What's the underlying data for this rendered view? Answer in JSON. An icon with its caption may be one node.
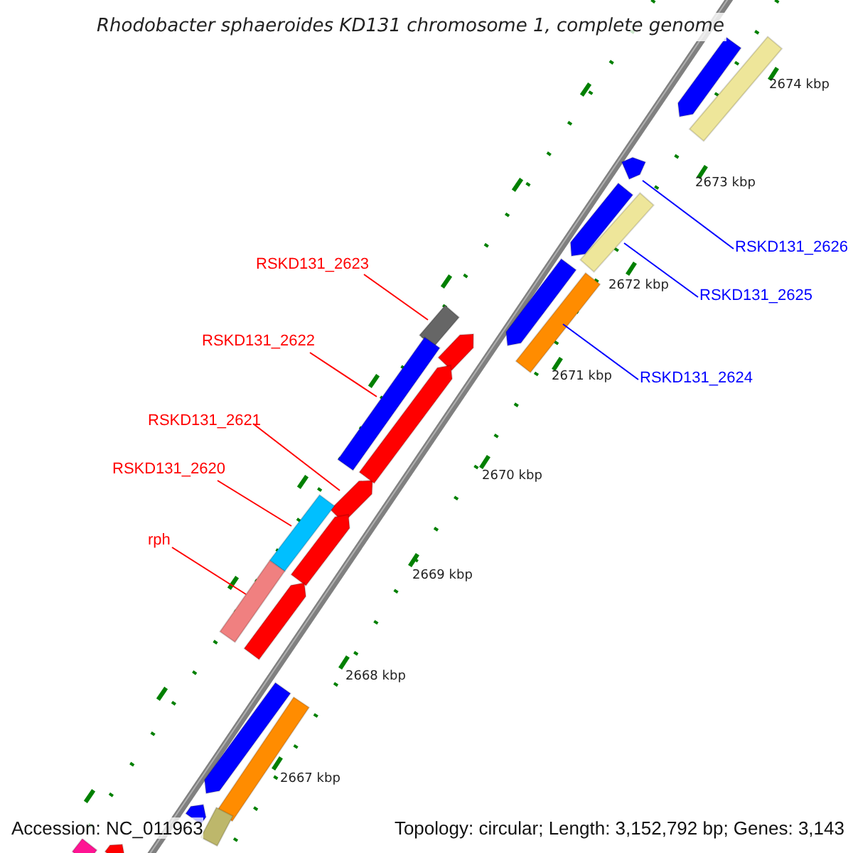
{
  "diagram": {
    "title": "Rhodobacter sphaeroides KD131 chromosome 1, complete genome",
    "nodes": [
      {
        "text": [
          "RSKD131_2623"
        ]
      },
      {
        "text": [
          "RSKD131_2622"
        ]
      },
      {
        "text": [
          "RSKD131_2621"
        ]
      },
      {
        "text": [
          "RSKD131_2620"
        ]
      },
      {
        "text": [
          "rph"
        ]
      },
      {
        "text": [
          "RSKD131_2626"
        ]
      },
      {
        "text": [
          "RSKD131_2625"
        ]
      },
      {
        "text": [
          "RSKD131_2624"
        ]
      },
      {
        "text": [],
        "shape": "bar"
      },
      {
        "text": [],
        "shape": "bar"
      },
      {
        "text": [],
        "shape": "bar"
      },
      {
        "text": [],
        "shape": "bar"
      },
      {
        "text": [],
        "shape": "bar"
      },
      {
        "text": [],
        "shape": "bar"
      },
      {
        "text": [],
        "shape": "bar"
      },
      {
        "text": [],
        "shape": "bar"
      },
      {
        "text": [],
        "shape": "bar"
      },
      {
        "text": [],
        "shape": "bar"
      },
      {
        "text": [],
        "shape": "bar"
      },
      {
        "text": [],
        "shape": "bar"
      },
      {
        "text": [],
        "shape": "bar"
      },
      {
        "text": [],
        "shape": "bar"
      },
      {
        "text": [],
        "shape": "bar"
      },
      {
        "text": [],
        "shape": "bar"
      },
      {
        "text": [],
        "shape": "bar"
      },
      {
        "text": [],
        "shape": "bar"
      },
      {
        "text": [],
        "shape": "bar"
      },
      {
        "text": [],
        "shape": "bar"
      },
      {
        "text": [],
        "shape": "bar"
      },
      {
        "text": [],
        "shape": "bar"
      }
    ],
    "edges": [
      {
        "from": 0,
        "to": 8,
        "arrow": "none"
      },
      {
        "from": 1,
        "to": 9,
        "arrow": "none"
      },
      {
        "from": 2,
        "to": 10,
        "arrow": "none"
      },
      {
        "from": 3,
        "to": 11,
        "arrow": "none"
      },
      {
        "from": 4,
        "to": 12,
        "arrow": "none"
      },
      {
        "from": 5,
        "to": 13,
        "arrow": "none",
        "color": "#0000ff"
      },
      {
        "from": 6,
        "to": 14,
        "arrow": "none",
        "color": "#0000ff"
      },
      {
        "from": 7,
        "to": 15,
        "arrow": "none",
        "color": "#0000ff"
      }
    ],
    "labels": [
      "2674 kbp",
      "2673 kbp",
      "2672 kbp",
      "2671 kbp",
      "2670 kbp",
      "2669 kbp",
      "2668 kbp",
      "2667 kbp",
      "Accession: NC_011963",
      "Topology: circular; Length: 3,152,792 bp; Genes: 3,143"
    ]
  }
}
